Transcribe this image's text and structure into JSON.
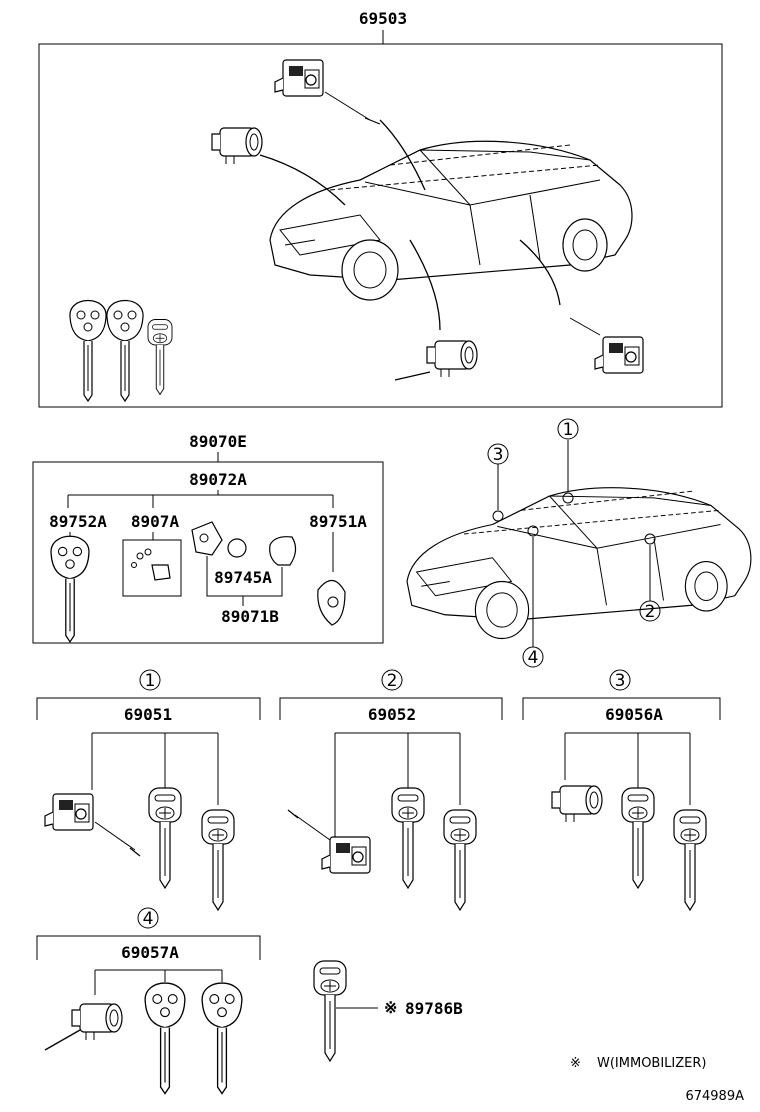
{
  "top_group": {
    "part_number": "69503"
  },
  "transmitter_group": {
    "outer_number": "89070E",
    "inner_number": "89072A",
    "parts": {
      "key_plate": "89752A",
      "screw_set": "8907A",
      "battery_cover": "89751A",
      "battery": "89745A",
      "case": "89071B"
    }
  },
  "locations": [
    "1",
    "2",
    "3",
    "4"
  ],
  "key_sets": [
    {
      "circle": "1",
      "part_number": "69051"
    },
    {
      "circle": "2",
      "part_number": "69052"
    },
    {
      "circle": "3",
      "part_number": "69056A"
    },
    {
      "circle": "4",
      "part_number": "69057A"
    }
  ],
  "immobilizer_key": {
    "mark": "※",
    "part_number": "89786B"
  },
  "footnote": {
    "mark": "※",
    "text": "W(IMMOBILIZER)"
  },
  "diagram_id": "674989A"
}
